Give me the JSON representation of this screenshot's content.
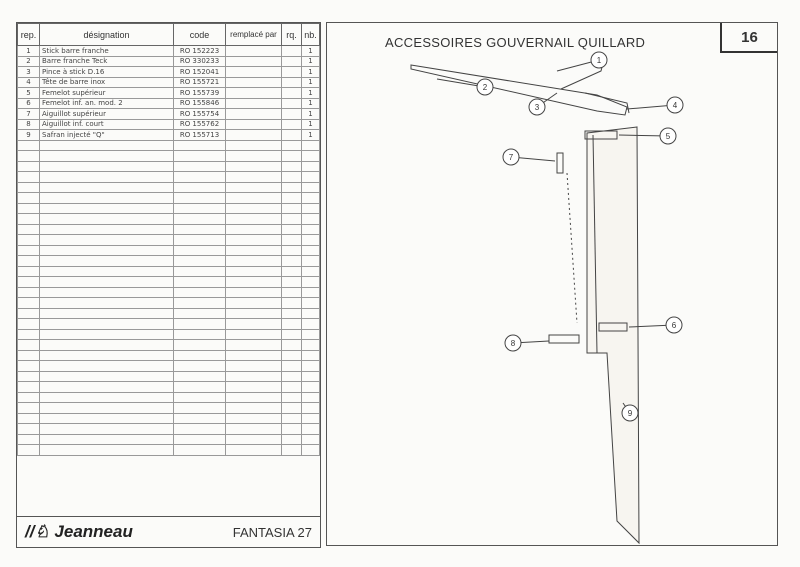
{
  "table": {
    "headers": {
      "rep": "rep.",
      "designation": "désignation",
      "code": "code",
      "remplace": "remplacé par",
      "rq": "rq.",
      "nb": "nb."
    },
    "rows": [
      {
        "rep": "1",
        "designation": "Stick barre franche",
        "code": "RO 152223",
        "nb": "1"
      },
      {
        "rep": "2",
        "designation": "Barre franche Teck",
        "code": "RO 330233",
        "nb": "1"
      },
      {
        "rep": "3",
        "designation": "Pince à stick D.16",
        "code": "RO 152041",
        "nb": "1"
      },
      {
        "rep": "4",
        "designation": "Tête de barre inox",
        "code": "RO 155721",
        "nb": "1"
      },
      {
        "rep": "5",
        "designation": "Femelot supérieur",
        "code": "RO 155739",
        "nb": "1"
      },
      {
        "rep": "6",
        "designation": "Femelot inf. an. mod. 2",
        "code": "RO 155846",
        "nb": "1"
      },
      {
        "rep": "7",
        "designation": "Aiguillot supérieur",
        "code": "RO 155754",
        "nb": "1"
      },
      {
        "rep": "8",
        "designation": "Aiguillot inf. court",
        "code": "RO 155762",
        "nb": "1"
      },
      {
        "rep": "9",
        "designation": "Safran injecté \"Q\"",
        "code": "RO 155713",
        "nb": "1"
      }
    ]
  },
  "footer": {
    "brand": "Jeanneau",
    "model": "FANTASIA 27"
  },
  "diagram": {
    "title": "ACCESSOIRES GOUVERNAIL QUILLARD",
    "page": "16",
    "callouts": [
      "1",
      "2",
      "3",
      "4",
      "5",
      "6",
      "7",
      "8",
      "9"
    ]
  }
}
